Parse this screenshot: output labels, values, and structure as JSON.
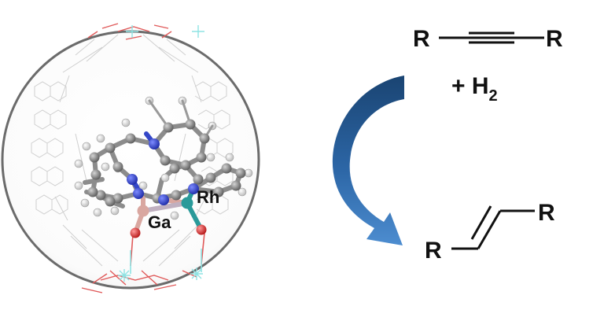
{
  "labels": {
    "metal_1": "Rh",
    "metal_2": "Ga",
    "reactant_left_R": "R",
    "reactant_right_R": "R",
    "plus_h2": "+ H",
    "h2_subscript": "2",
    "product_left_R": "R",
    "product_right_R": "R"
  },
  "colors": {
    "sphere_border": "#6b6b6b",
    "arrow_dark": "#1f4e79",
    "arrow_light": "#4a86c5",
    "carbon": "#7a7a7a",
    "hydrogen": "#e6e6e6",
    "nitrogen": "#2a3bd1",
    "oxygen": "#e02a2a",
    "rhodium": "#2a9a9a",
    "gallium": "#d9a7a0",
    "cage_line": "#c8c8c8",
    "cage_red": "#e05a5a",
    "cage_cyan": "#8fe3e3"
  },
  "icons": {
    "reaction_arrow": "curved-arrow-icon",
    "catalyst_structure": "molecular-model-icon"
  }
}
